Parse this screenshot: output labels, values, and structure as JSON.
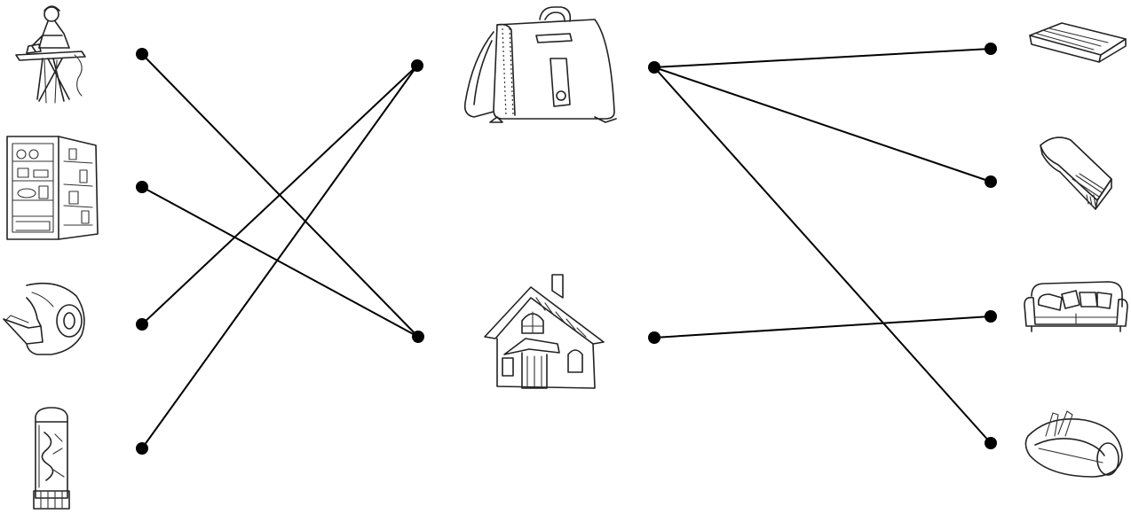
{
  "exercise": {
    "left_column": [
      {
        "id": "ironing",
        "icon": "woman-ironing-icon"
      },
      {
        "id": "fridge",
        "icon": "open-fridge-icon"
      },
      {
        "id": "tape",
        "icon": "tape-dispenser-icon"
      },
      {
        "id": "glue",
        "icon": "glue-stick-icon"
      }
    ],
    "middle_column": [
      {
        "id": "schoolbag",
        "icon": "schoolbag-icon"
      },
      {
        "id": "house",
        "icon": "house-icon"
      }
    ],
    "right_column": [
      {
        "id": "eraser",
        "icon": "eraser-icon"
      },
      {
        "id": "book",
        "icon": "book-icon"
      },
      {
        "id": "sofa",
        "icon": "sofa-icon"
      },
      {
        "id": "pencil_case",
        "icon": "pencil-case-icon"
      }
    ],
    "connections": [
      {
        "from": "ironing",
        "to": "house"
      },
      {
        "from": "fridge",
        "to": "house"
      },
      {
        "from": "tape",
        "to": "schoolbag"
      },
      {
        "from": "glue",
        "to": "schoolbag"
      },
      {
        "from": "schoolbag",
        "to": "eraser"
      },
      {
        "from": "schoolbag",
        "to": "book"
      },
      {
        "from": "schoolbag",
        "to": "pencil_case"
      },
      {
        "from": "house",
        "to": "sofa"
      }
    ],
    "ink_color": "#000000"
  }
}
